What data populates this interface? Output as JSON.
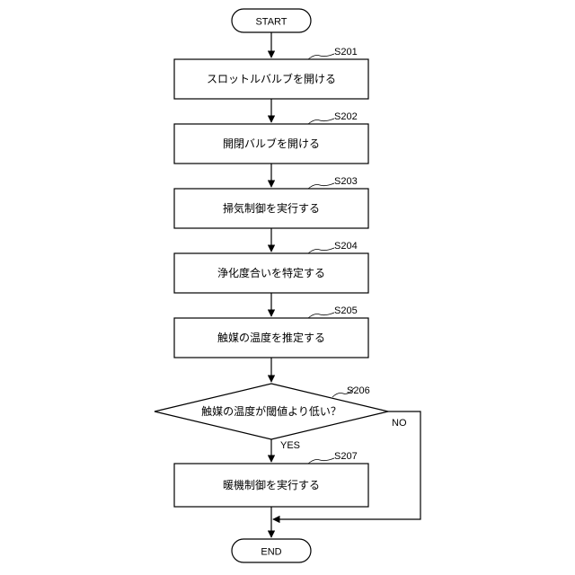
{
  "colors": {
    "line": "#000000",
    "fill": "#ffffff",
    "text": "#000000"
  },
  "start": {
    "label": "START"
  },
  "end": {
    "label": "END"
  },
  "steps": [
    {
      "id": "S201",
      "label": "スロットルバルブを開ける"
    },
    {
      "id": "S202",
      "label": "開閉バルブを開ける"
    },
    {
      "id": "S203",
      "label": "掃気制御を実行する"
    },
    {
      "id": "S204",
      "label": "浄化度合いを特定する"
    },
    {
      "id": "S205",
      "label": "触媒の温度を推定する"
    }
  ],
  "decision": {
    "id": "S206",
    "label": "触媒の温度が閾値より低い？",
    "yes_label": "YES",
    "no_label": "NO"
  },
  "final_step": {
    "id": "S207",
    "label": "暖機制御を実行する"
  }
}
